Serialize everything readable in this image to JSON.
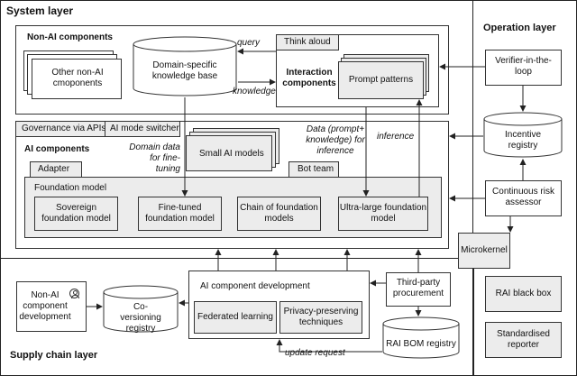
{
  "layers": {
    "system": "System layer",
    "operation": "Operation layer",
    "supply_chain": "Supply chain layer"
  },
  "non_ai": {
    "title": "Non-AI components",
    "other": "Other non-AI cmoponents",
    "knowledge_base": "Domain-specific knowledge base",
    "think_aloud": "Think aloud",
    "interaction": "Interaction components",
    "prompt_patterns": "Prompt patterns"
  },
  "ai": {
    "governance": "Governance via APIs",
    "mode_switcher": "AI mode switcher",
    "title": "AI components",
    "small_models": "Small AI models",
    "bot_team": "Bot team",
    "adapter": "Adapter",
    "foundation_model": "Foundation model",
    "sovereign": "Sovereign foundation model",
    "fine_tuned": "Fine-tuned foundation model",
    "chain": "Chain of foundation models",
    "ultra_large": "Ultra-large foundation model"
  },
  "operation": {
    "verifier": "Verifier-in-the-loop",
    "incentive": "Incentive registry",
    "risk": "Continuous risk assessor",
    "black_box": "RAI black box",
    "reporter": "Standardised reporter",
    "microkernel": "Microkernel"
  },
  "supply": {
    "non_ai_dev": "Non-AI component development",
    "co_versioning": "Co-versioning registry",
    "ai_dev": "AI component development",
    "federated": "Federated learning",
    "privacy": "Privacy-preserving techniques",
    "third_party": "Third-party procurement",
    "bom": "RAI BOM registry"
  },
  "edge_labels": {
    "query": "query",
    "knowledge": "knowledge",
    "domain_data": "Domain data for fine-tuning",
    "data_prompt": "Data (prompt+ knowledge) for inference",
    "inference": "inference",
    "update_request": "update request"
  },
  "icons": [
    "user-icon"
  ],
  "colors": {
    "box_fill": "#ffffff",
    "sub_box_fill": "#ececec",
    "line": "#333333"
  }
}
